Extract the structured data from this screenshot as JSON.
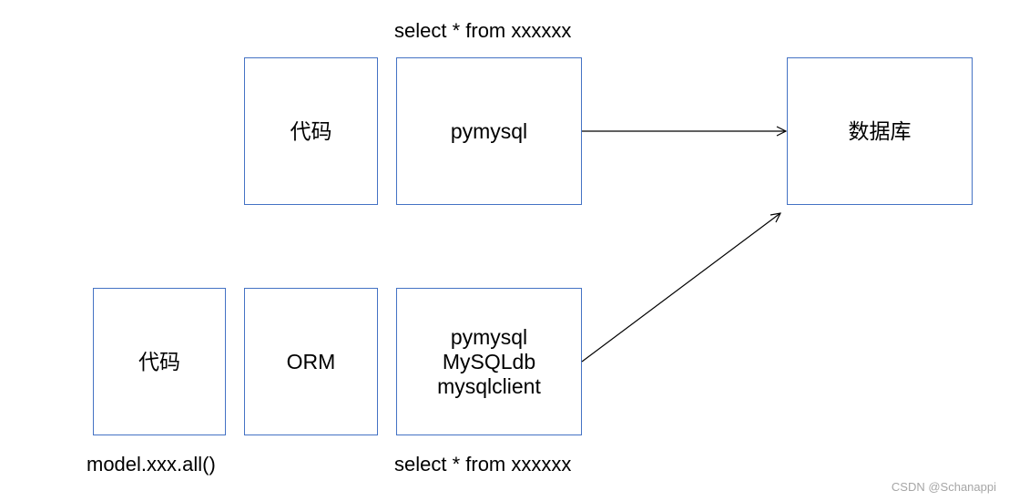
{
  "top_row": {
    "caption": "select * from xxxxxx",
    "code_box": "代码",
    "driver_box": "pymysql"
  },
  "database_box": "数据库",
  "bottom_row": {
    "code_box": "代码",
    "orm_box": "ORM",
    "drivers": [
      "pymysql",
      "MySQLdb",
      "mysqlclient"
    ],
    "code_caption": "model.xxx.all()",
    "sql_caption": "select * from xxxxxx"
  },
  "watermark": "CSDN @Schanappi",
  "colors": {
    "box_border": "#4472c4",
    "arrow": "#000000",
    "watermark": "#a6a6a6"
  }
}
